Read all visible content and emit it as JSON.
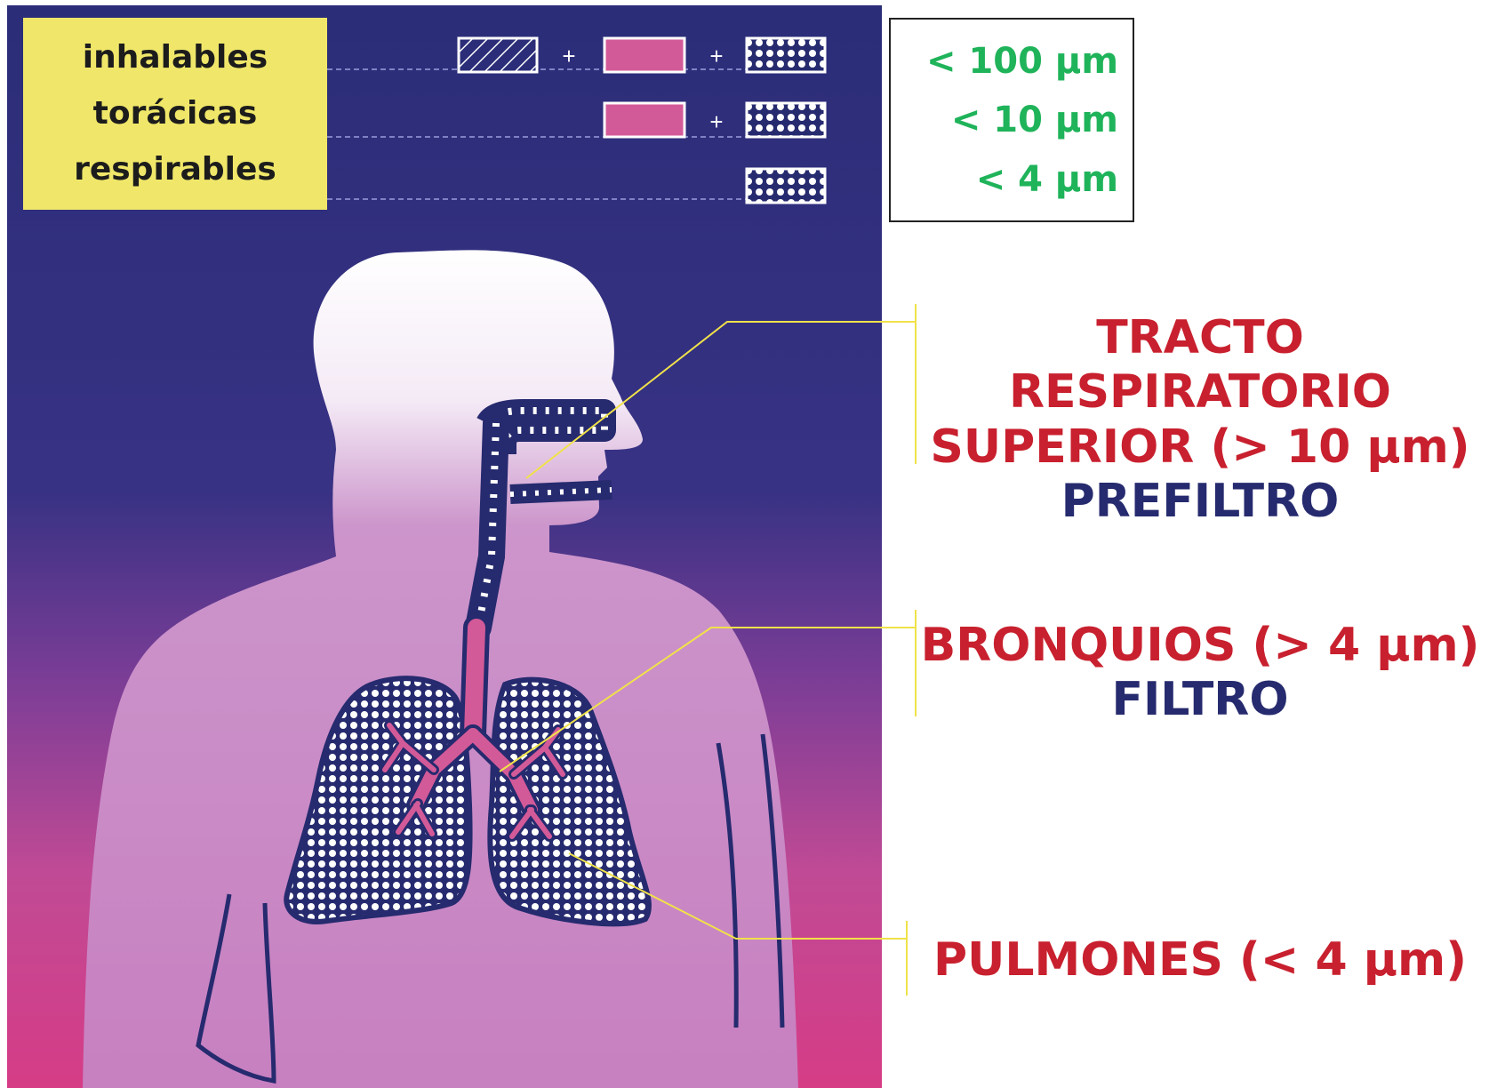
{
  "legend": {
    "fractions": [
      "inhalables",
      "torácicas",
      "respirables"
    ]
  },
  "size_box": {
    "lines": [
      "< 100 µm",
      "< 10 µm",
      "< 4 µm"
    ]
  },
  "regions": {
    "upper_tract": {
      "lines": [
        "TRACTO",
        "RESPIRATORIO",
        "SUPERIOR (> 10 µm)"
      ],
      "role": "PREFILTRO"
    },
    "bronchi": {
      "line": "BRONQUIOS (> 4 µm)",
      "role": "FILTRO"
    },
    "lungs": {
      "line": "PULMONES (< 4 µm)"
    }
  },
  "colors": {
    "label_red": "#c8202e",
    "label_navy": "#262a6e",
    "size_green": "#1fb35a",
    "legend_yellow": "#f0e76a",
    "leader_yellow": "#f0e24a",
    "panel_top": "#30327a",
    "panel_bottom": "#d43c86",
    "body_pink": "#c985c4",
    "airway_pink": "#d35a98"
  }
}
